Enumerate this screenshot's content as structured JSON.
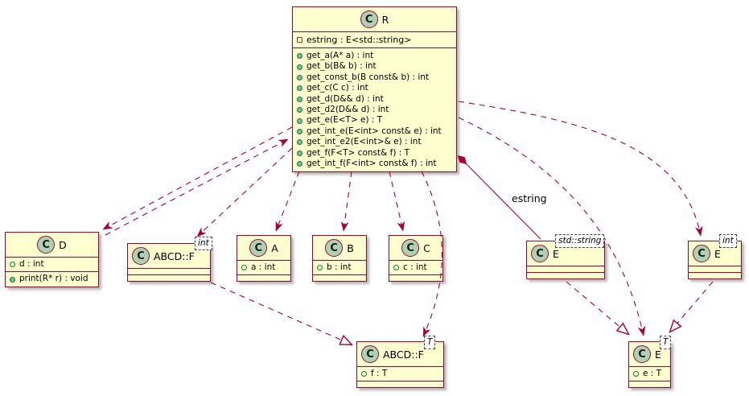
{
  "icon_letter": "C",
  "colors": {
    "box_bg": "#FEFECE",
    "box_border": "#A80036",
    "edge": "#A80036",
    "class_icon_bg": "#ADD1B2",
    "member_green": "#038048",
    "private_red": "#C82930"
  },
  "classes": {
    "R": {
      "name": "R",
      "fields": [
        "estring : E<std::string>"
      ],
      "methods": [
        "get_a(A* a) : int",
        "get_b(B& b) : int",
        "get_const_b(B const& b) : int",
        "get_c(C c) : int",
        "get_d(D&& d) : int",
        "get_d2(D&& d) : int",
        "get_e(E<T> e) : T",
        "get_int_e(E<int> const& e) : int",
        "get_int_e2(E<int>& e) : int",
        "get_f(F<T> const& f) : T",
        "get_int_f(F<int> const& f) : int"
      ]
    },
    "D": {
      "name": "D",
      "fields": [
        "d : int"
      ],
      "methods": [
        "print(R* r) : void"
      ]
    },
    "F_int": {
      "name": "ABCD::F",
      "template": "int"
    },
    "A": {
      "name": "A",
      "fields": [
        "a : int"
      ]
    },
    "B": {
      "name": "B",
      "fields": [
        "b : int"
      ]
    },
    "C": {
      "name": "C",
      "fields": [
        "c : int"
      ]
    },
    "E_string": {
      "name": "E",
      "template": "std::string"
    },
    "E_int": {
      "name": "E",
      "template": "int"
    },
    "F_T": {
      "name": "ABCD::F",
      "template": "T",
      "fields": [
        "f : T"
      ]
    },
    "E_T": {
      "name": "E",
      "template": "T",
      "fields": [
        "e : T"
      ]
    }
  },
  "edges": {
    "estring_label": "estring"
  }
}
